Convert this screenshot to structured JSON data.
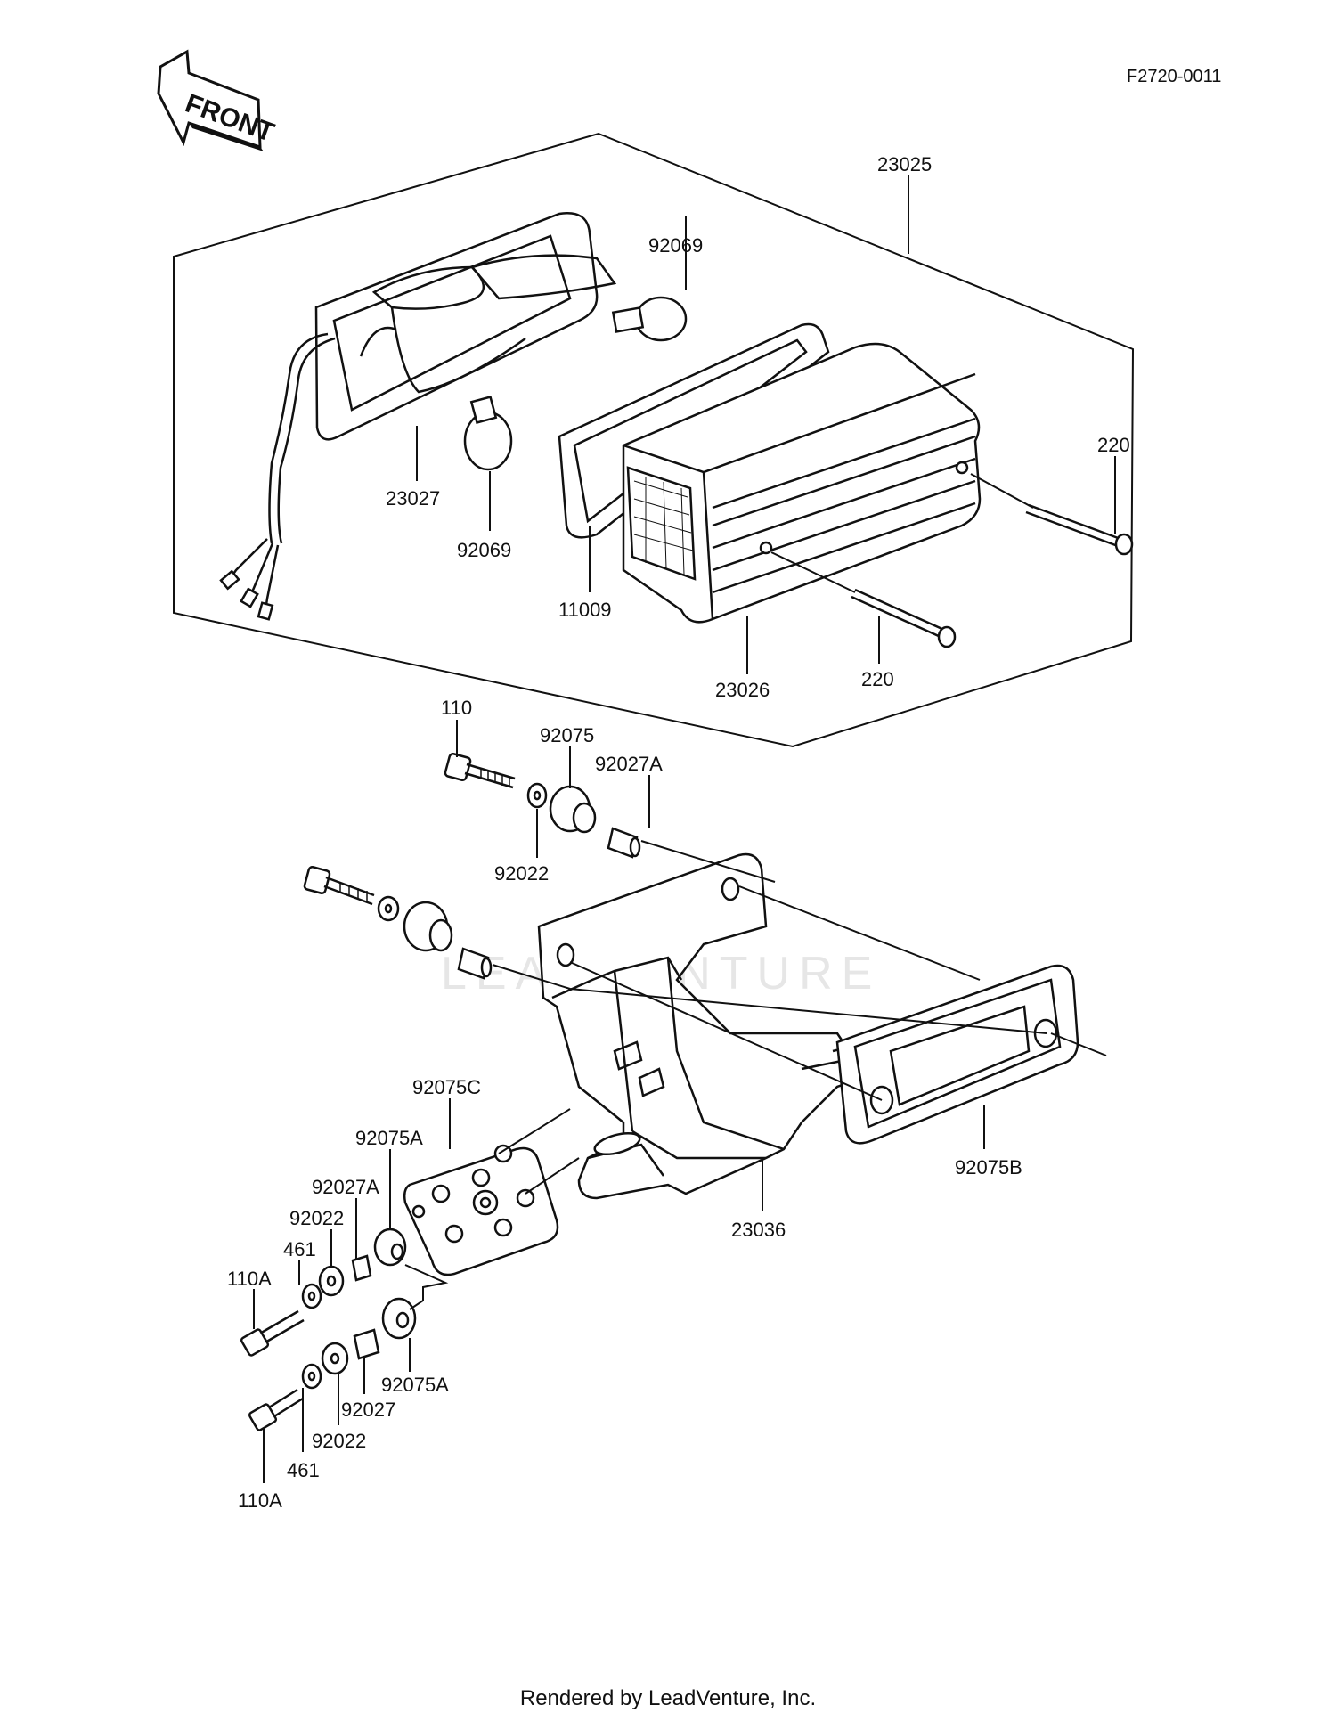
{
  "diagram_id": "F2720-0011",
  "front_label": "FRONT",
  "watermark": "LEADVENTURE",
  "footer": "Rendered by LeadVenture, Inc.",
  "callouts": {
    "c23025": "23025",
    "c92069_top": "92069",
    "c23027": "23027",
    "c92069_bottom": "92069",
    "c220_top": "220",
    "c11009": "11009",
    "c220_bottom": "220",
    "c23026": "23026",
    "c110": "110",
    "c92075": "92075",
    "c92027A_top": "92027A",
    "c92022_top": "92022",
    "c92075C": "92075C",
    "c92075A_top": "92075A",
    "c92027A_left": "92027A",
    "c92022_left": "92022",
    "c461_top": "461",
    "c110A_top": "110A",
    "c92075B": "92075B",
    "c23036": "23036",
    "c92075A_bottom": "92075A",
    "c92027": "92027",
    "c92022_bottom": "92022",
    "c461_bottom": "461",
    "c110A_bottom": "110A"
  }
}
